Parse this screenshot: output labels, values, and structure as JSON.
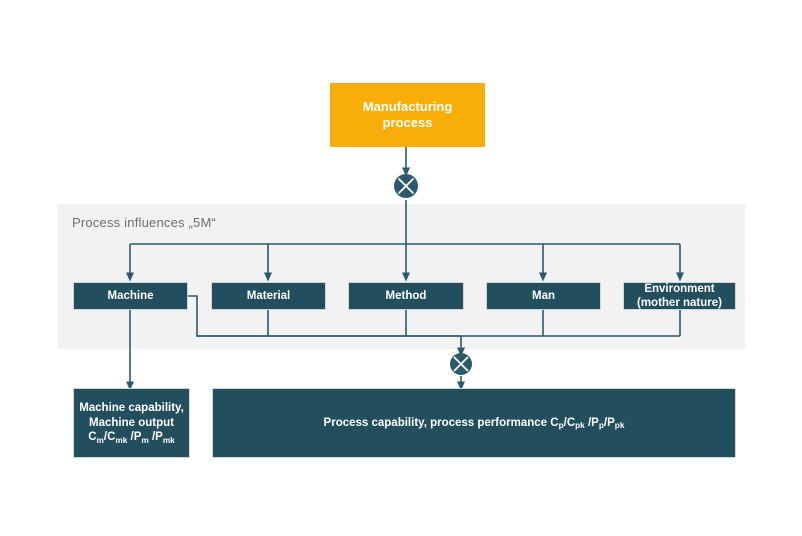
{
  "diagram": {
    "title": "Manufacturing process influences and capability diagram",
    "colors": {
      "accent_orange": "#f7ae0b",
      "box_teal": "#234e5e",
      "panel_gray": "#f2f2f2",
      "panel_title_gray": "#6e6e6e",
      "connector_teal": "#2a5a6b",
      "background": "#ffffff"
    },
    "top_node": {
      "label_line1": "Manufacturing",
      "label_line2": "process"
    },
    "panel": {
      "title": "Process influences „5M“"
    },
    "influences": [
      {
        "label": "Machine"
      },
      {
        "label": "Material"
      },
      {
        "label": "Method"
      },
      {
        "label": "Man"
      },
      {
        "label_line1": "Environment",
        "label_line2": "(mother nature)"
      }
    ],
    "outputs": {
      "machine": {
        "line1": "Machine capability,",
        "line2": "Machine output",
        "formula_parts": [
          {
            "base": "C",
            "sub": "m"
          },
          {
            "base": "/C",
            "sub": "mk"
          },
          {
            "base": " /P",
            "sub": "m"
          },
          {
            "base": " /P",
            "sub": "mk"
          }
        ]
      },
      "process": {
        "text": "Process capability, process performance",
        "formula_parts": [
          {
            "base": "C",
            "sub": "p"
          },
          {
            "base": "/C",
            "sub": "pk"
          },
          {
            "base": " /P",
            "sub": "p"
          },
          {
            "base": "/P",
            "sub": "pk"
          }
        ]
      }
    },
    "junctions": [
      {
        "name": "crossed-circle-node-top"
      },
      {
        "name": "crossed-circle-node-bottom"
      }
    ]
  }
}
